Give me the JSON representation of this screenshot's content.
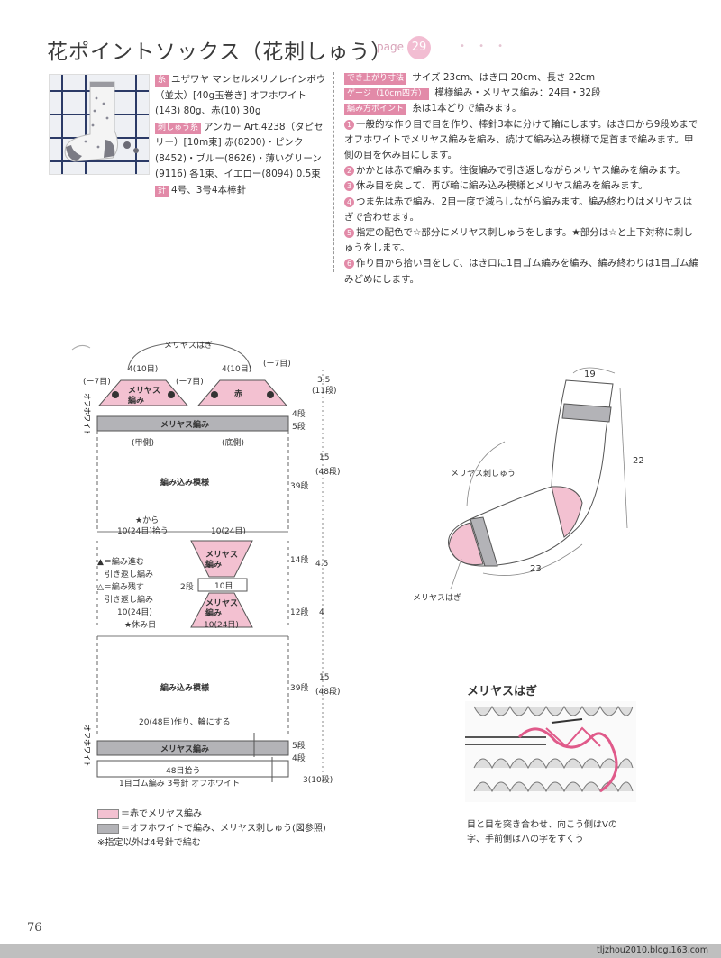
{
  "header": {
    "title": "花ポイントソックス（花刺しゅう）",
    "page_label": "page",
    "page_number": "29"
  },
  "materials": {
    "yarn_tag": "糸",
    "yarn_text": "ユザワヤ マンセルメリノレインボウ（並太）[40g玉巻き] オフホワイト(143) 80g、赤(10) 30g",
    "emb_tag": "刺しゅう糸",
    "emb_text": "アンカー Art.4238（タピセリー）[10m束] 赤(8200)・ピンク(8452)・ブルー(8626)・薄いグリーン(9116) 各1束、イエロー(8094) 0.5束",
    "needle_tag": "針",
    "needle_text": "4号、3号4本棒針"
  },
  "instructions": {
    "size_tag": "でき上がり寸法",
    "size_text": "サイズ 23cm、はき口 20cm、長さ 22cm",
    "gauge_tag": "ゲージ（10cm四方）",
    "gauge_text": "模様編み・メリヤス編み：24目・32段",
    "point_tag": "編み方ポイント",
    "point_text": "糸は1本どりで編みます。",
    "steps": [
      {
        "n": "1",
        "text": "一般的な作り目で目を作り、棒針3本に分けて輪にします。はき口から9段めまでオフホワイトでメリヤス編みを編み、続けて編み込み模様で足首まで編みます。甲側の目を休み目にします。"
      },
      {
        "n": "2",
        "text": "かかとは赤で編みます。往復編みで引き返しながらメリヤス編みを編みます。"
      },
      {
        "n": "3",
        "text": "休み目を戻して、再び輪に編み込み模様とメリヤス編みを編みます。"
      },
      {
        "n": "4",
        "text": "つま先は赤で編み、2目一度で減らしながら編みます。編み終わりはメリヤスはぎで合わせます。"
      },
      {
        "n": "5",
        "text": "指定の配色で☆部分にメリヤス刺しゅうをします。★部分は☆と上下対称に刺しゅうをします。"
      },
      {
        "n": "6",
        "text": "作り目から拾い目をして、はき口に1目ゴム編みを編み、編み終わりは1目ゴム編みどめにします。"
      }
    ]
  },
  "diagram": {
    "top_label": "メリヤスはぎ",
    "toe_left": "4(10目)",
    "toe_right": "4(10目)",
    "minus7_l": "(ー7目)",
    "minus7_m": "(ー7目)",
    "minus7_r": "(ー7目)",
    "toe_stitch": "メリヤス\n編み",
    "toe_red": "赤",
    "toe_dim": "3.5",
    "toe_dim_rows": "(11段)",
    "offwhite": "オフホワイト",
    "band1": "メリヤス編み",
    "band1_r1": "4段",
    "band1_r2": "5段",
    "instep": "(甲側)",
    "sole": "(底側)",
    "pattern1": "編み込み模様",
    "pattern1_rows": "39段",
    "pattern1_dim": "15",
    "pattern1_dim_rows": "(48段)",
    "pickup_star": "★から",
    "pickup_count": "10(24目)拾う",
    "heel_top_count": "10(24目)",
    "heel_upper": "メリヤス\n編み",
    "heel_upper_rows": "14段",
    "heel_dim": "4.5",
    "legend_tri_fill": "▲＝編み進む",
    "legend_tri_fill2": "引き返し編み",
    "legend_tri_open": "△＝編み残す",
    "legend_tri_open2": "引き返し編み",
    "heel_2rows": "2段",
    "heel_mid": "10目",
    "heel_lower": "メリヤス\n編み",
    "heel_lower_rows": "12段",
    "heel_lower_dim": "4",
    "heel_bottom_count": "10(24目)",
    "heel_left_count": "10(24目)",
    "rest_star": "★休み目",
    "pattern2": "編み込み模様",
    "pattern2_rows": "39段",
    "pattern2_dim": "15",
    "pattern2_dim_rows": "(48段)",
    "cast_on": "20(48目)作り、輪にする",
    "offwhite2": "オフホワイト",
    "band2": "メリヤス編み",
    "band2_r1": "5段",
    "band2_r2": "4段",
    "cuff_pick": "48目拾う",
    "cuff": "1目ゴム編み 3号針 オフホワイト",
    "cuff_dim": "3(10段)",
    "legend1": "＝赤でメリヤス編み",
    "legend2": "＝オフホワイトで編み、メリヤス刺しゅう(図参照)",
    "legend3": "※指定以外は4号針で編む"
  },
  "sock": {
    "w19": "19",
    "h22": "22",
    "len23": "23",
    "emb_label": "メリヤス刺しゅう",
    "toe_label": "メリヤスはぎ"
  },
  "graft": {
    "title": "メリヤスはぎ",
    "caption1": "目と目を突き合わせ、向こう側はVの",
    "caption2": "字、手前側はハの字をすくう"
  },
  "colors": {
    "pink": "#f3c1d1",
    "gray": "#b3b3b7",
    "accent": "#e28aa8"
  },
  "footer": {
    "page": "76",
    "url": "tljzhou2010.blog.163.com"
  }
}
